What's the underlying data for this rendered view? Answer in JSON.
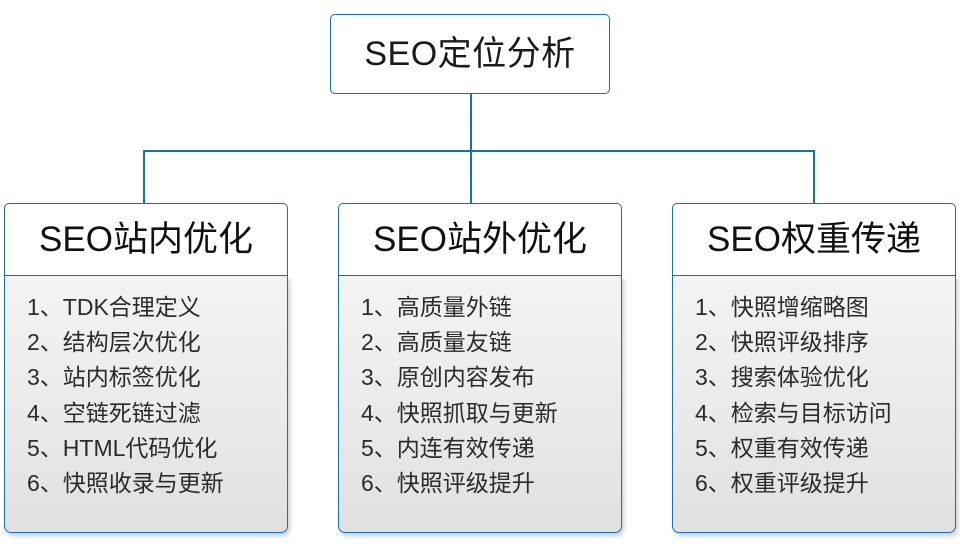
{
  "diagram": {
    "type": "org-chart",
    "accent_color": "#1470b8",
    "panel_background": "#ebebeb",
    "text_color": "#2b2b2b",
    "root": {
      "label": "SEO定位分析"
    },
    "branches": [
      {
        "title": "SEO站内优化",
        "items": [
          "1、TDK合理定义",
          "2、结构层次优化",
          "3、站内标签优化",
          "4、空链死链过滤",
          "5、HTML代码优化",
          "6、快照收录与更新"
        ]
      },
      {
        "title": "SEO站外优化",
        "items": [
          "1、高质量外链",
          "2、高质量友链",
          "3、原创内容发布",
          "4、快照抓取与更新",
          "5、内连有效传递",
          "6、快照评级提升"
        ]
      },
      {
        "title": "SEO权重传递",
        "items": [
          "1、快照增缩略图",
          "2、快照评级排序",
          "3、搜索体验优化",
          "4、检索与目标访问",
          "5、权重有效传递",
          "6、权重评级提升"
        ]
      }
    ]
  }
}
